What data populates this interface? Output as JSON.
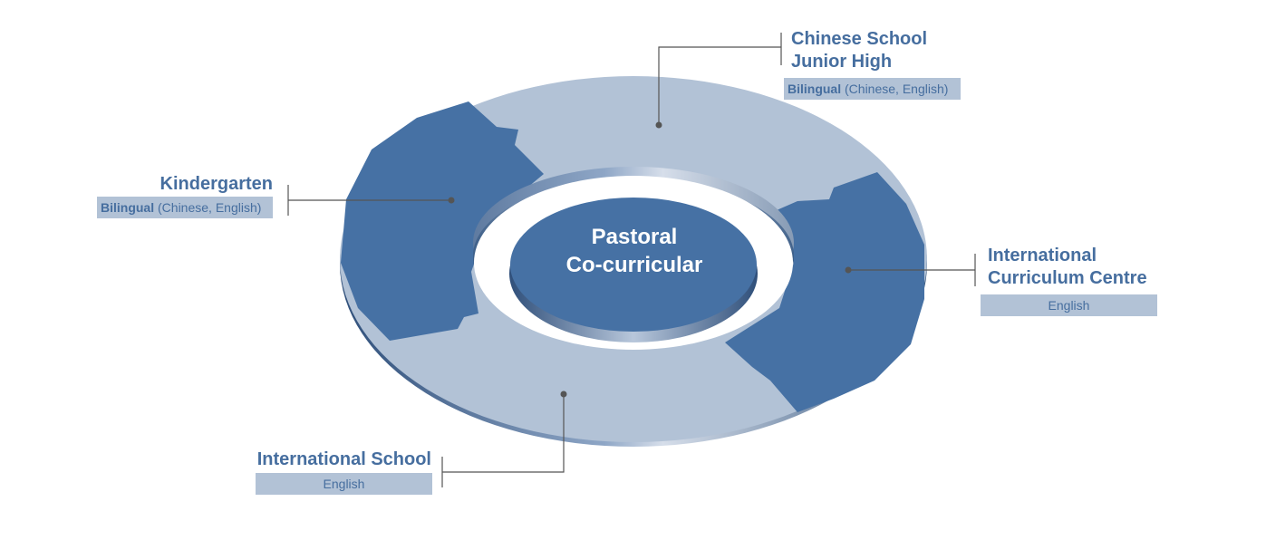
{
  "center": {
    "line1": "Pastoral",
    "line2": "Co-curricular"
  },
  "segments": {
    "chinese_school": {
      "title_line1": "Chinese School",
      "title_line2": "Junior High",
      "tag_bold": "Bilingual",
      "tag_rest": " (Chinese, English)"
    },
    "kindergarten": {
      "title": "Kindergarten",
      "tag_bold": "Bilingual",
      "tag_rest": " (Chinese, English)"
    },
    "international_curriculum_centre": {
      "title_line1": "International",
      "title_line2": "Curriculum Centre",
      "tag": "English"
    },
    "international_school": {
      "title": "International School",
      "tag": "English"
    }
  },
  "colors": {
    "dark_segment": "#4671a4",
    "light_segment": "#b2c2d6",
    "label_text": "#466e9f",
    "leader_line": "#555555"
  }
}
